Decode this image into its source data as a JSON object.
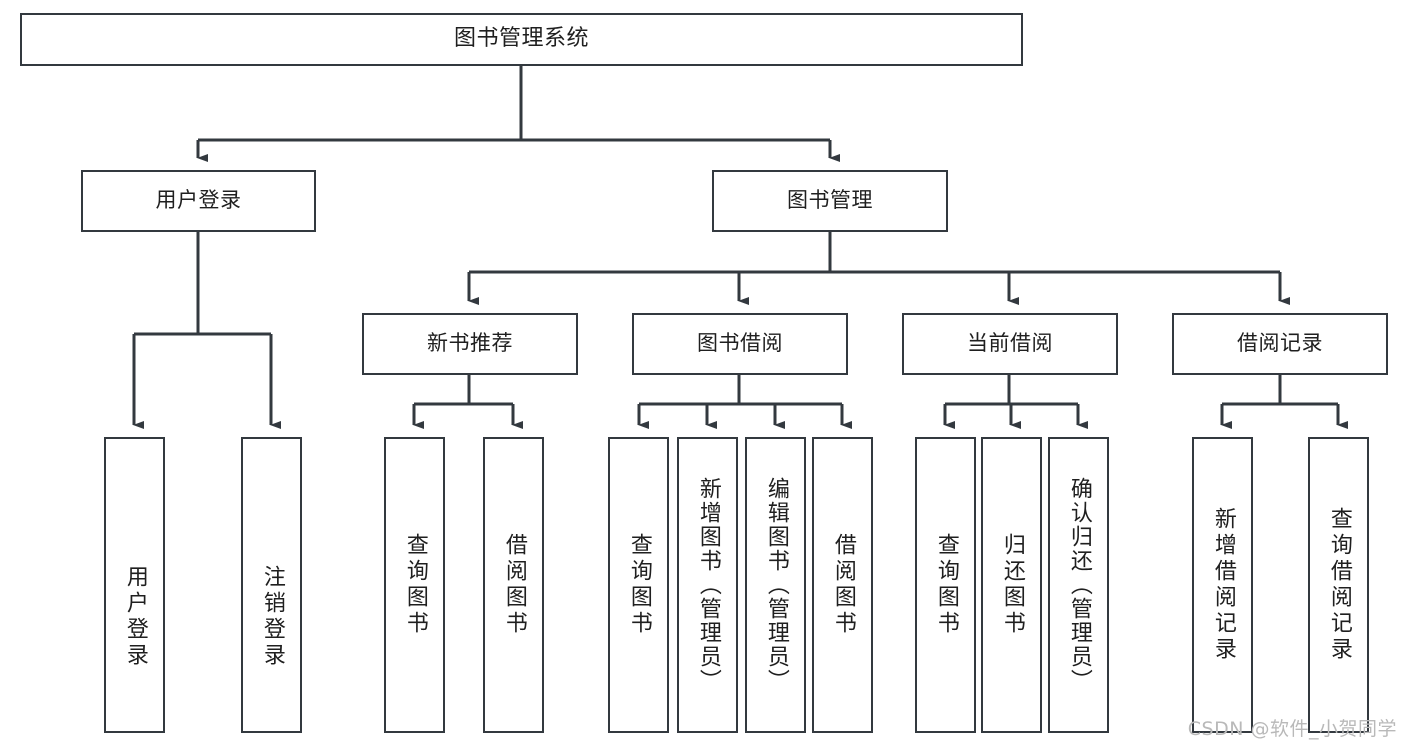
{
  "diagram": {
    "title": "图书管理系统",
    "type": "tree",
    "watermark": "CSDN @软件_小贺同学",
    "colors": {
      "border": "#33393f",
      "background": "#ffffff",
      "text": "#1f1f1f",
      "watermark": "#b9b9b9"
    },
    "nodes": {
      "root": {
        "label": "图书管理系统"
      },
      "level2": [
        {
          "label": "用户登录"
        },
        {
          "label": "图书管理"
        }
      ],
      "level3": [
        {
          "label": "新书推荐"
        },
        {
          "label": "图书借阅"
        },
        {
          "label": "当前借阅"
        },
        {
          "label": "借阅记录"
        }
      ],
      "leaves_user_login": [
        {
          "label": "用户登录"
        },
        {
          "label": "注销登录"
        }
      ],
      "leaves_new_book": [
        {
          "label": "查询图书"
        },
        {
          "label": "借阅图书"
        }
      ],
      "leaves_borrow": [
        {
          "label": "查询图书"
        },
        {
          "label": "新增图书（管理员）"
        },
        {
          "label": "编辑图书（管理员）"
        },
        {
          "label": "借阅图书"
        }
      ],
      "leaves_current": [
        {
          "label": "查询图书"
        },
        {
          "label": "归还图书"
        },
        {
          "label": "确认归还（管理员）"
        }
      ],
      "leaves_record": [
        {
          "label": "新增借阅记录"
        },
        {
          "label": "查询借阅记录"
        }
      ]
    }
  }
}
